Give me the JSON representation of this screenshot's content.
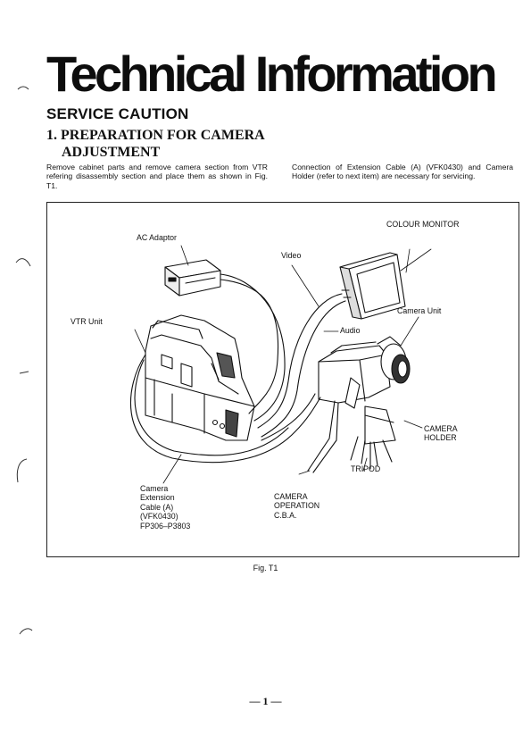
{
  "title": "Technical Information",
  "section": "SERVICE CAUTION",
  "heading": {
    "line1": "1. PREPARATION FOR CAMERA",
    "line2": "ADJUSTMENT"
  },
  "paragraphs": {
    "left": "Remove cabinet parts and remove camera section from VTR refering disassembly section and place them as shown in Fig. T1.",
    "right": "Connection of Extension Cable (A) (VFK0430) and Camera Holder (refer to next item) are necessary for servicing."
  },
  "figure": {
    "labels": {
      "colour_monitor": "COLOUR MONITOR",
      "ac_adaptor": "AC  Adaptor",
      "video": "Video",
      "vtr_unit": "VTR Unit",
      "camera_unit": "Camera Unit",
      "audio": "Audio",
      "camera_holder": [
        "CAMERA",
        "HOLDER"
      ],
      "tripod": "TRIPOD",
      "camera_extension_cable": [
        "Camera",
        "Extension",
        "Cable  (A)",
        "(VFK0430)",
        "FP306–P3803"
      ],
      "camera_operation_cba": [
        "CAMERA",
        "OPERATION",
        "C.B.A."
      ]
    },
    "caption": "Fig.  T1"
  },
  "page_number": "— 1 —"
}
